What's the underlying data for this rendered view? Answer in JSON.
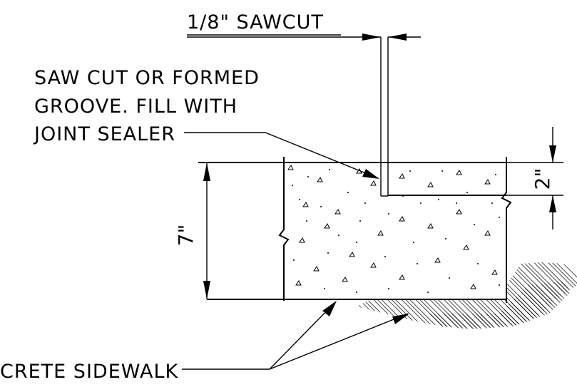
{
  "labels": {
    "sawcut_width": "1/8\" SAWCUT",
    "saw_cut_note_line1": "SAW CUT OR FORMED",
    "saw_cut_note_line2": "GROOVE. FILL WITH",
    "saw_cut_note_line3": "JOINT SEALER",
    "concrete_sidewalk": "CRETE SIDEWALK",
    "dim_thickness": "7\"",
    "dim_groove_depth": "2\""
  }
}
